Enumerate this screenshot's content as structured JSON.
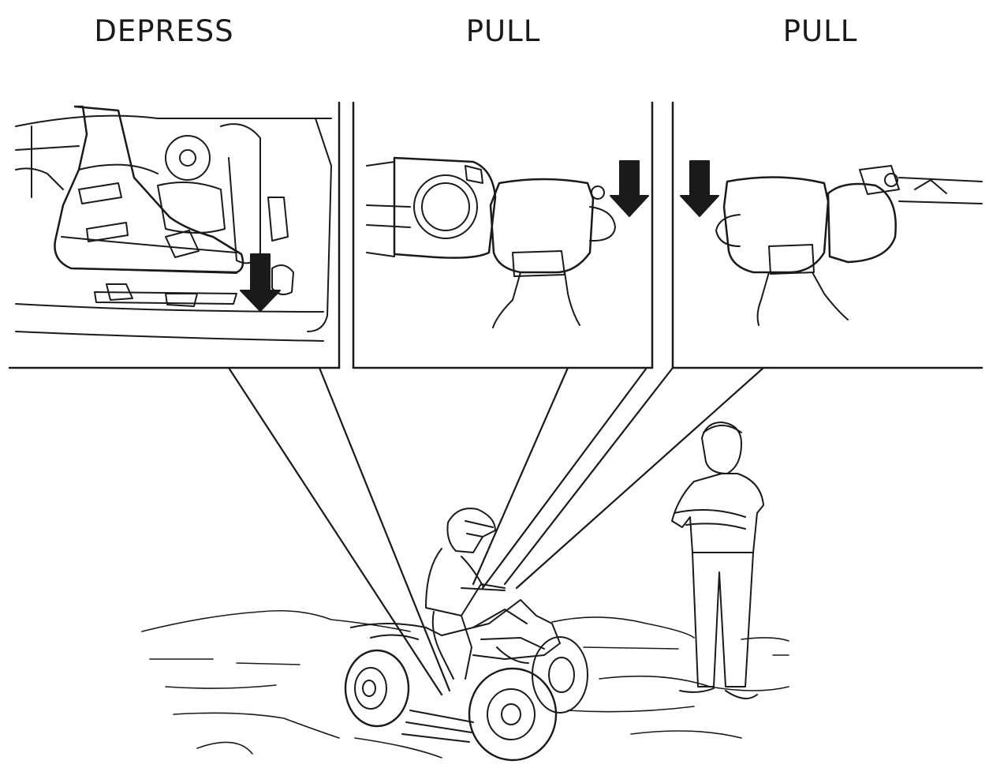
{
  "labels": {
    "brake_pedal": "DEPRESS",
    "front_brake_lever": "PULL",
    "rear_brake_lever": "PULL"
  },
  "colors": {
    "ink": "#1a1a1a",
    "background": "#ffffff",
    "arrow": "#1a1a1a"
  },
  "icons": [
    "down-arrow-icon",
    "down-arrow-icon",
    "down-arrow-icon"
  ]
}
